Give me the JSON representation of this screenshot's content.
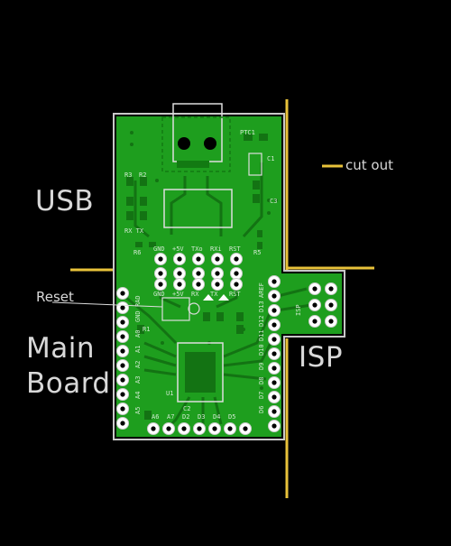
{
  "labels": {
    "usb": "USB",
    "main_board_line1": "Main",
    "main_board_line2": "Board",
    "isp": "ISP",
    "reset": "Reset",
    "cut_out": "cut out"
  },
  "silkscreen": {
    "ptc1": "PTC1",
    "r3": "R3",
    "r2": "R2",
    "c1": "C1",
    "c3": "C3",
    "rx_tx": "RX  TX",
    "r6": "R6",
    "r5": "R5",
    "header1": [
      "GND",
      "+5V",
      "TXo",
      "RXi",
      "RST"
    ],
    "header2": [
      "GND",
      "+5V",
      "RX",
      "TX",
      "RST"
    ],
    "left_pins": [
      "RAD",
      "GND",
      "A0",
      "A1",
      "A2",
      "A3",
      "A4",
      "A5"
    ],
    "right_pins": [
      "AREF",
      "D13",
      "D12",
      "D11",
      "D10",
      "D9",
      "D8",
      "D7",
      "D6"
    ],
    "bottom_pins": [
      "A6",
      "A7",
      "D2",
      "D3",
      "D4",
      "D5"
    ],
    "isp_tag": "ISP",
    "u1": "U1",
    "r1": "R1",
    "c2": "C2"
  },
  "colors": {
    "background": "#000000",
    "board": "#1e9e1e",
    "trace": "#137313",
    "cut_line": "#e8c23a",
    "label": "#d8d8d8",
    "outline": "#c8c8c8"
  }
}
